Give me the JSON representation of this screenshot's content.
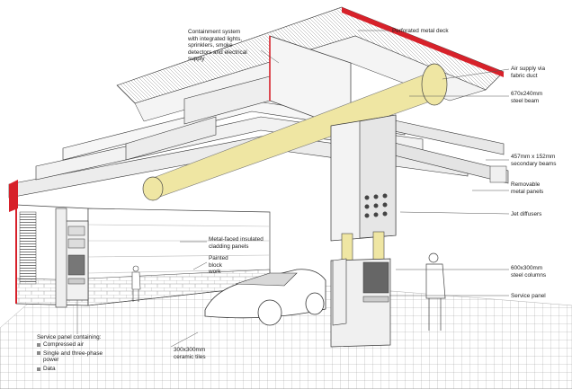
{
  "callouts": {
    "containment": "Containment system\nwith integrated lights,\nsprinklers, smoke\ndetectors and electrical\nsupply",
    "deck": "Perforated metal deck",
    "air_supply": "Air supply via\nfabric duct",
    "main_beam": "670x240mm\nsteel beam",
    "secondary_beams": "457mm x 152mm\nsecondary beams",
    "removable_panels": "Removable\nmetal panels",
    "jet_diffusers": "Jet diffusers",
    "cladding": "Metal-faced insulated\ncladding panels",
    "blockwork": "Painted\nblock\nwork",
    "columns": "600x300mm\nsteel columns",
    "service_panel": "Service panel",
    "tiles": "300x300mm\nceramic tiles"
  },
  "service_panel_list": {
    "title": "Service panel containing:",
    "items": [
      "Compressed air",
      "Single and three-phase\npower",
      "Data"
    ]
  },
  "colors": {
    "accent_red": "#d7212a",
    "duct_yellow": "#efe6a3",
    "line": "#2b2b2b",
    "steel_grey": "#e9e9e9"
  }
}
